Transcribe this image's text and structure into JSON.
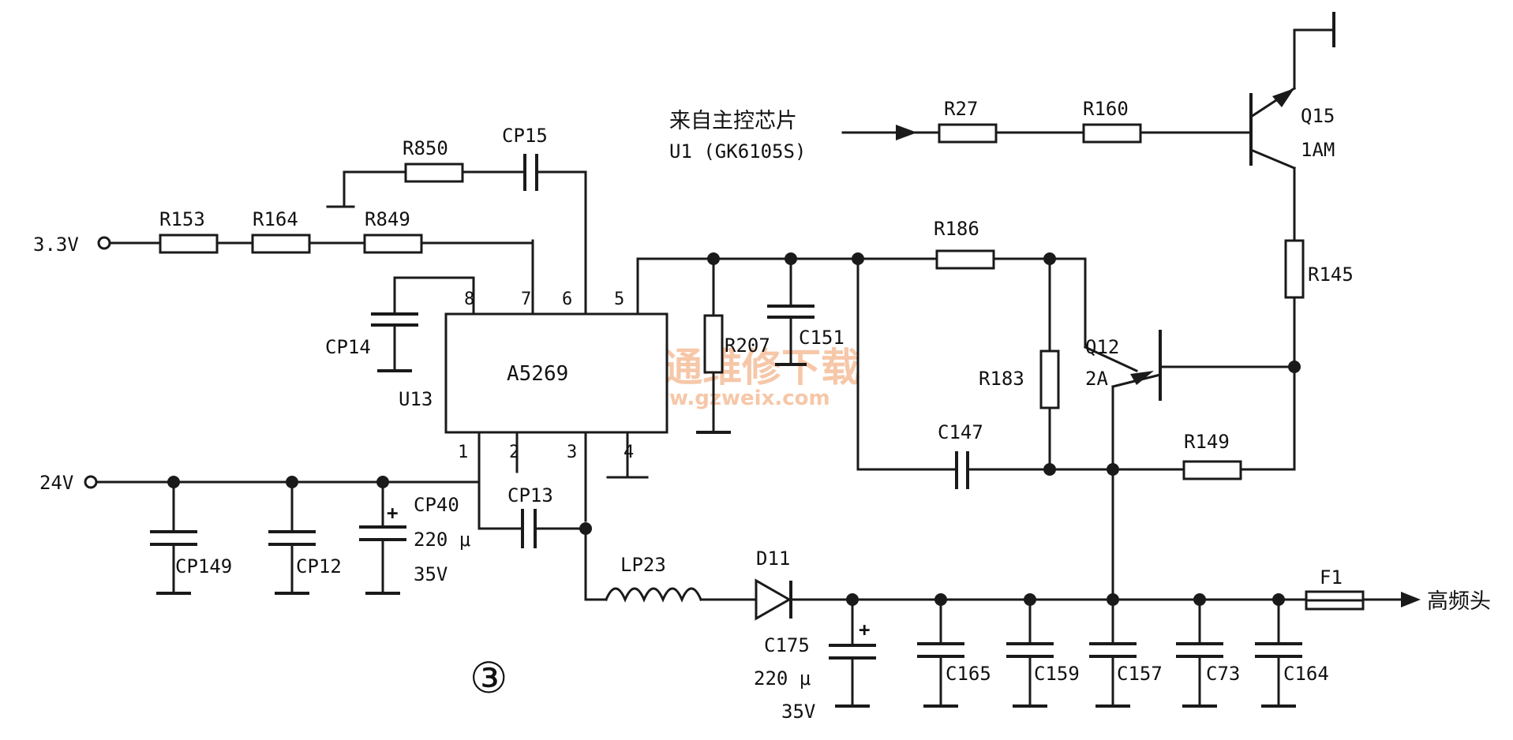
{
  "source": {
    "text": "来自主控芯片",
    "chip": "U1 (GK6105S)"
  },
  "ic": {
    "part": "A5269",
    "ref": "U13",
    "pins": [
      "1",
      "2",
      "3",
      "4",
      "5",
      "6",
      "7",
      "8"
    ]
  },
  "inputs": {
    "v33": "3.3V",
    "v24": "24V"
  },
  "output": "高频头",
  "fig_number": "③",
  "watermark": {
    "cn": "精通维修下载",
    "url": "www.gzweix.com"
  },
  "resistors": [
    "R153",
    "R164",
    "R849",
    "R850",
    "R207",
    "R186",
    "R183",
    "R149",
    "R145",
    "R27",
    "R160"
  ],
  "capacitors": [
    "CP15",
    "CP14",
    "C151",
    "C147",
    "CP13",
    "CP149",
    "CP12",
    "C165",
    "C159",
    "C157",
    "C73",
    "C164"
  ],
  "cp40": {
    "ref": "CP40",
    "value": "220 μ",
    "voltage": "35V"
  },
  "c175": {
    "ref": "C175",
    "value": "220 μ",
    "voltage": "35V"
  },
  "transistors": {
    "q15": "Q15",
    "q15_rating": "1AM",
    "q12": "Q12",
    "q12_rating": "2A"
  },
  "inductor": "LP23",
  "diode": "D11",
  "fuse": "F1"
}
